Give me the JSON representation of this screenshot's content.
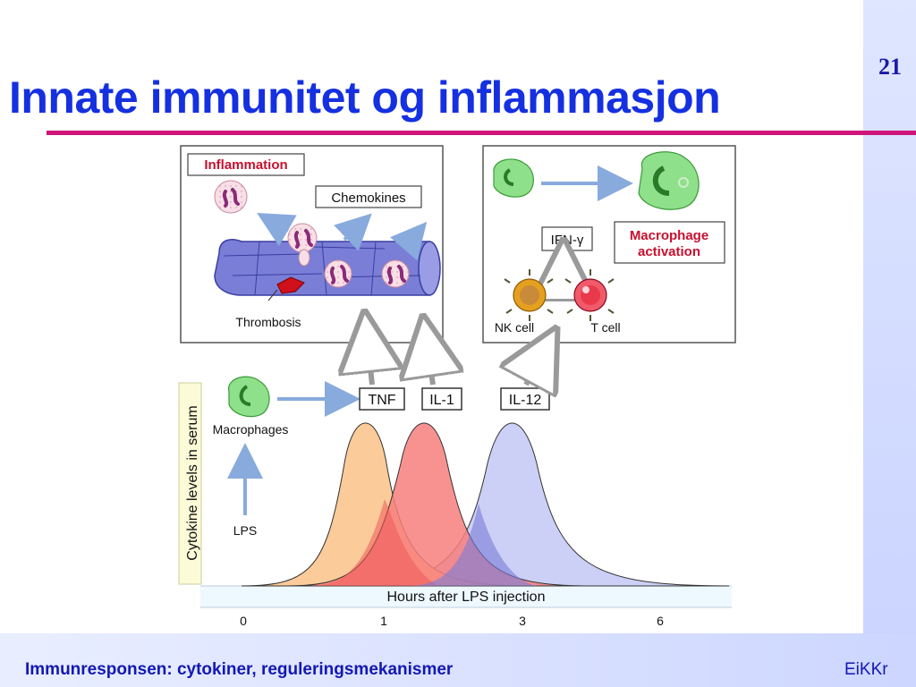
{
  "slide": {
    "number": "21",
    "title": "Innate immunitet og inflammasjon",
    "footer": "Immunresponsen: cytokiner, reguleringsmekanismer",
    "author": "EiKKr"
  },
  "figure": {
    "inflammation_label": "Inflammation",
    "chemokines_label": "Chemokines",
    "thrombosis_label": "Thrombosis",
    "ifn_label": "IFN-γ",
    "macrophage_activation_label_1": "Macrophage",
    "macrophage_activation_label_2": "activation",
    "nk_cell_label": "NK cell",
    "t_cell_label": "T cell",
    "macrophages_label": "Macrophages",
    "lps_label": "LPS",
    "tnf_label": "TNF",
    "il1_label": "IL-1",
    "il12_label": "IL-12",
    "y_axis_label": "Cytokine levels in serum",
    "x_axis_label": "Hours after LPS injection",
    "x_ticks": [
      "0",
      "1",
      "3",
      "6"
    ],
    "colors": {
      "tnf": "#fccb9a",
      "il1": "#f77f7c",
      "il12": "#cdd0f6",
      "overlap_tnf_il1": "#ef5a5a",
      "overlap_il1_il12": "#9b9ce0",
      "vessel": "#7a7ed6",
      "macrophage": "#8fe08a",
      "label_red": "#c8102e",
      "arrow": "#88aadd"
    }
  }
}
